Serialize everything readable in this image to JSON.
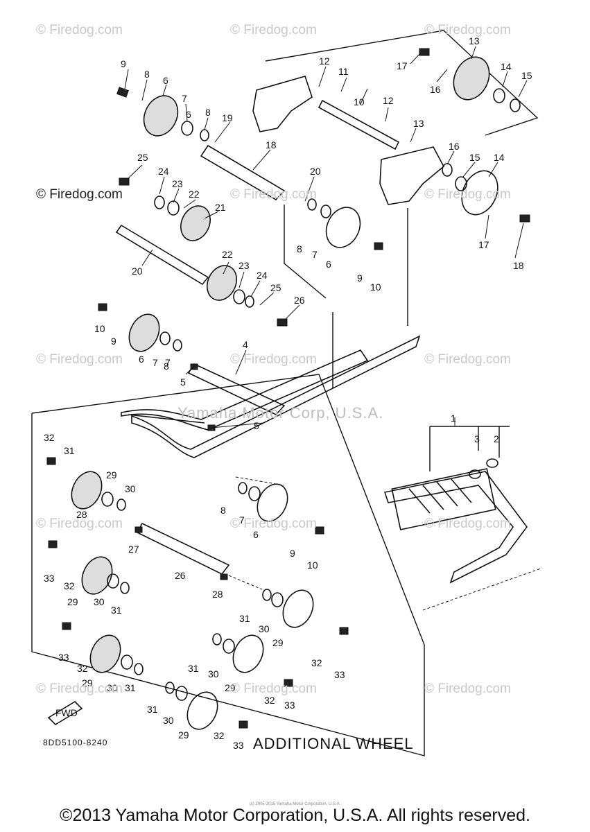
{
  "watermark": "© Firedog.com",
  "center_watermark": "Yamaha Motor Corp, U.S.A.",
  "additional_wheel_label": "ADDITIONAL WHEEL",
  "reference_code": "8DD5100-8240",
  "fwd_label": "FWD",
  "small_copyright": "(c) 2005-2015 Yamaha Motor Corporation, U.S.A.",
  "footer": "©2013 Yamaha Motor Corporation, U.S.A. All rights reserved.",
  "callouts": [
    "1",
    "2",
    "3",
    "4",
    "5",
    "5",
    "6",
    "6",
    "6",
    "6",
    "6",
    "7",
    "7",
    "7",
    "7",
    "7",
    "8",
    "8",
    "8",
    "8",
    "8",
    "9",
    "9",
    "9",
    "9",
    "10",
    "10",
    "10",
    "10",
    "11",
    "12",
    "12",
    "13",
    "13",
    "14",
    "14",
    "15",
    "15",
    "16",
    "16",
    "17",
    "17",
    "18",
    "18",
    "19",
    "20",
    "20",
    "21",
    "22",
    "22",
    "23",
    "23",
    "24",
    "24",
    "25",
    "25",
    "26",
    "26",
    "27",
    "28",
    "28",
    "29",
    "29",
    "29",
    "29",
    "29",
    "29",
    "30",
    "30",
    "30",
    "30",
    "30",
    "30",
    "31",
    "31",
    "31",
    "31",
    "31",
    "31",
    "32",
    "32",
    "32",
    "32",
    "32",
    "32",
    "33",
    "33",
    "33",
    "33",
    "33",
    "33"
  ]
}
